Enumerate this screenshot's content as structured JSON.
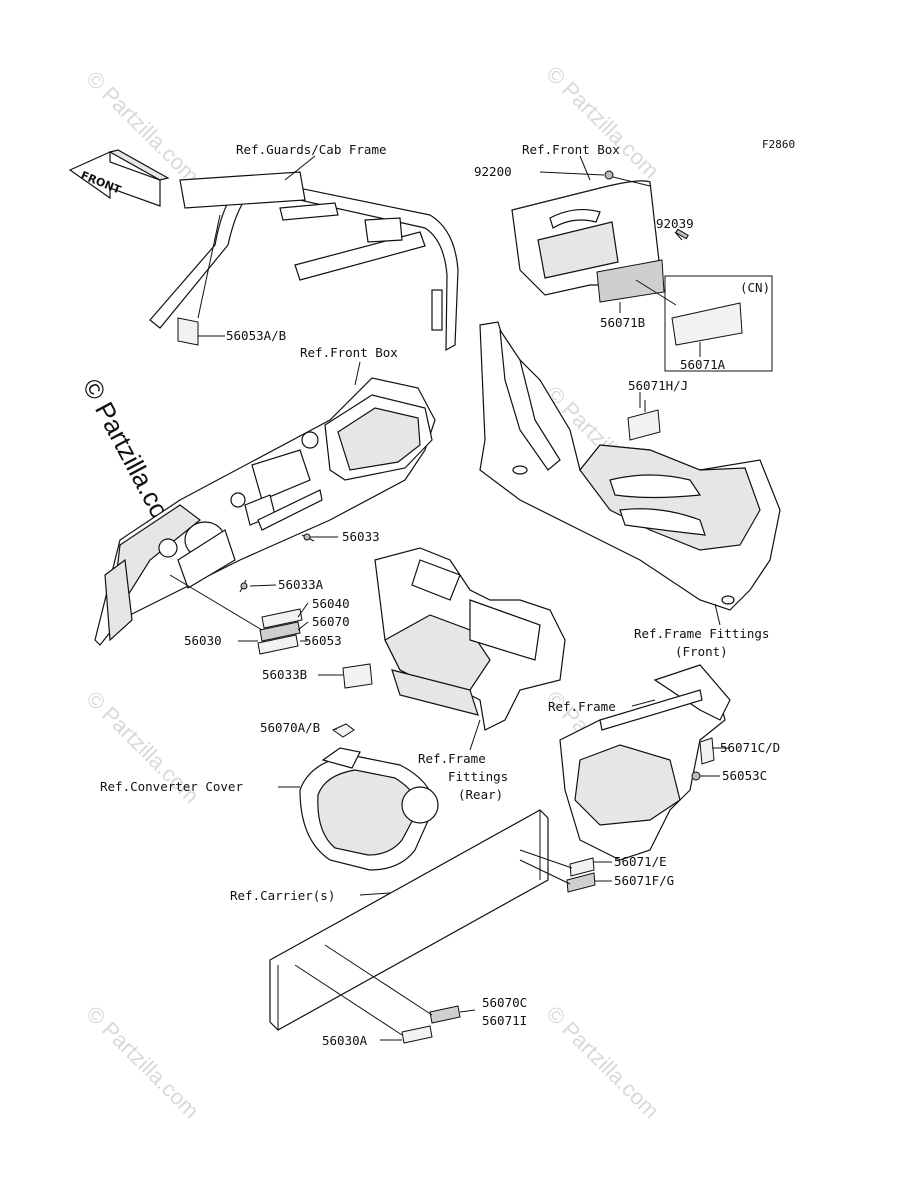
{
  "diagram_code": "F2860",
  "front_arrow_label": "FRONT",
  "watermarks": {
    "small": "© Partzilla.com",
    "large": "© Partzilla.com"
  },
  "refs": {
    "guards_cab_frame": "Ref.Guards/Cab Frame",
    "front_box_top": "Ref.Front Box",
    "front_box_dash": "Ref.Front Box",
    "frame_fittings_front_1": "Ref.Frame Fittings",
    "frame_fittings_front_2": "(Front)",
    "frame": "Ref.Frame",
    "frame_fittings_rear_1": "Ref.Frame",
    "frame_fittings_rear_2": "Fittings",
    "frame_fittings_rear_3": "(Rear)",
    "converter_cover": "Ref.Converter Cover",
    "carriers": "Ref.Carrier(s)"
  },
  "parts": {
    "p92200": "92200",
    "p92039": "92039",
    "p56071B": "56071B",
    "p56071A": "56071A",
    "cn": "(CN)",
    "p56053AB": "56053A/B",
    "p56071HJ": "56071H/J",
    "p56033": "56033",
    "p56033A": "56033A",
    "p56040": "56040",
    "p56070": "56070",
    "p56030": "56030",
    "p56053": "56053",
    "p56033B": "56033B",
    "p56070AB": "56070A/B",
    "p56071CD": "56071C/D",
    "p56053C": "56053C",
    "p56071E": "56071/E",
    "p56071FG": "56071F/G",
    "p56070C": "56070C",
    "p56071I": "56071I",
    "p56030A": "56030A"
  }
}
